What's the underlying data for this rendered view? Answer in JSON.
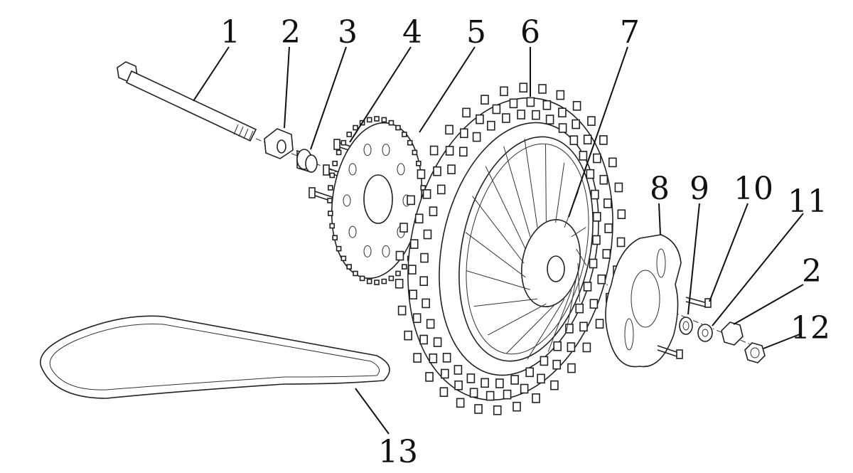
{
  "diagram": {
    "labels": {
      "axle": "1",
      "nut_left": "2",
      "spacer": "3",
      "bolt": "4",
      "sprocket": "5",
      "tire": "6",
      "rim": "7",
      "brake_disc": "8",
      "bearing": "9",
      "disc_bolt": "10",
      "collar": "11",
      "nut_right": "2",
      "axle_nut": "12",
      "chain": "13"
    }
  }
}
